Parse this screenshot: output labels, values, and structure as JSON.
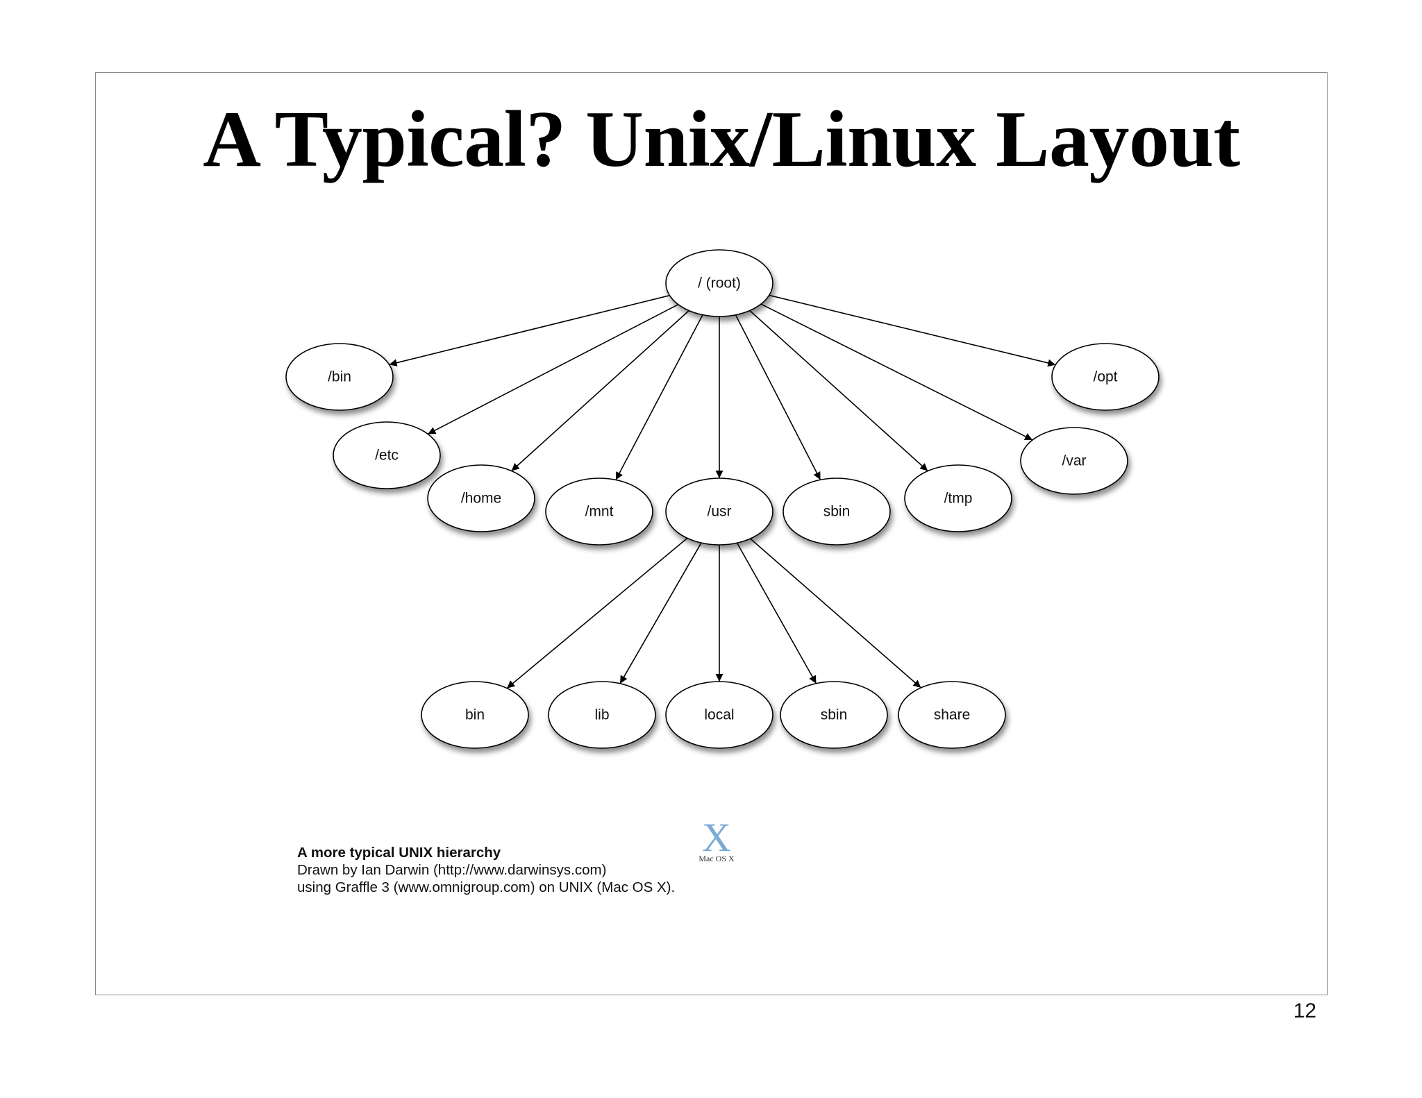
{
  "slide": {
    "title": "A Typical? Unix/Linux Layout",
    "page_number": "12"
  },
  "diagram": {
    "root": "/ (root)",
    "top_level": [
      "/bin",
      "/etc",
      "/home",
      "/mnt",
      "/usr",
      "sbin",
      "/tmp",
      "/var",
      "/opt"
    ],
    "usr_children": [
      "bin",
      "lib",
      "local",
      "sbin",
      "share"
    ]
  },
  "caption": {
    "heading": "A more typical UNIX hierarchy",
    "line1": "Drawn by Ian Darwin (http://www.darwinsys.com)",
    "line2": "using Graffle 3 (www.omnigroup.com) on UNIX (Mac OS X)."
  },
  "logo": {
    "mark": "X",
    "text": "Mac OS X",
    "color": "#7aaad6"
  }
}
